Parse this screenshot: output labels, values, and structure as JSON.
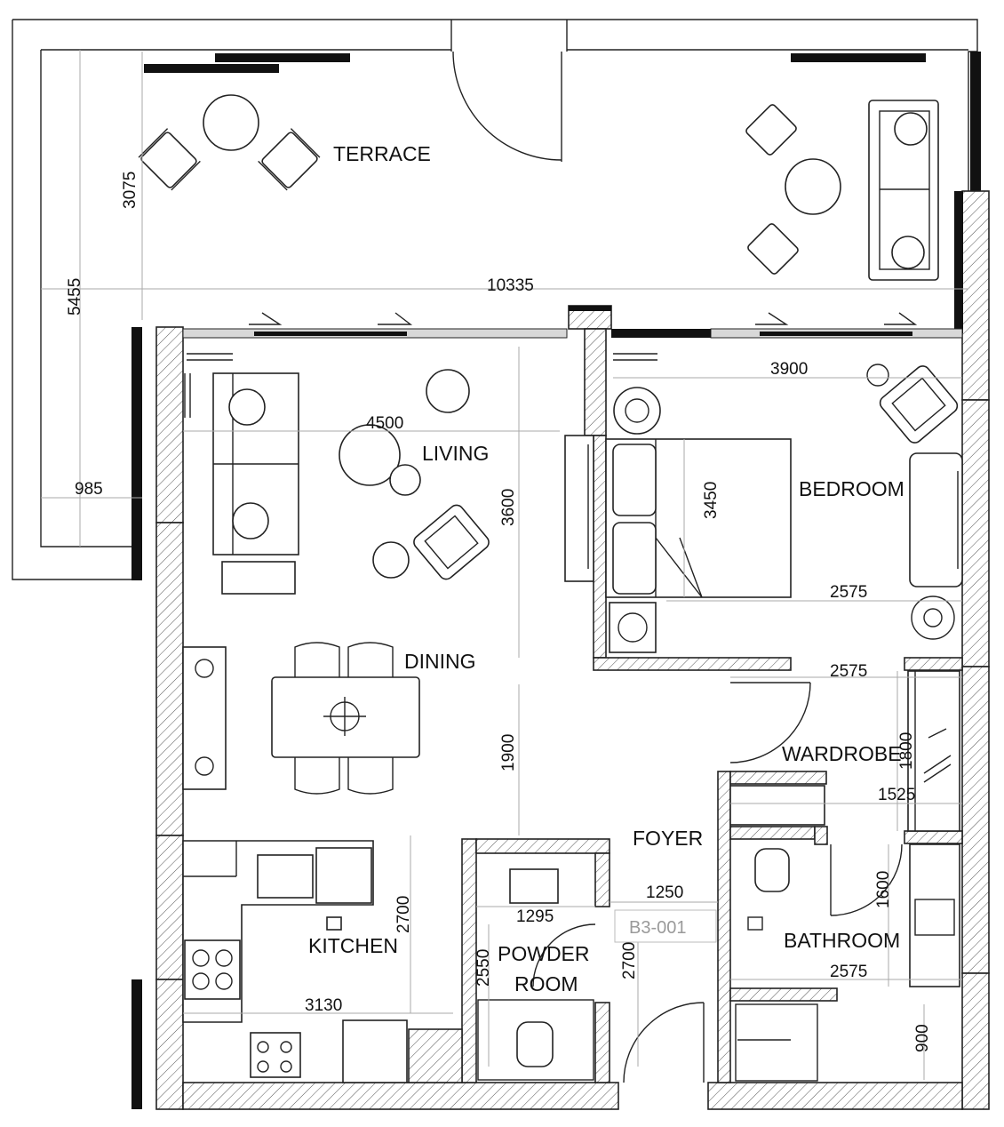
{
  "rooms": {
    "terrace": "TERRACE",
    "living": "LIVING",
    "bedroom": "BEDROOM",
    "dining": "DINING",
    "wardrobe": "WARDROBE",
    "foyer": "FOYER",
    "kitchen": "KITCHEN",
    "powder_line1": "POWDER",
    "powder_line2": "ROOM",
    "bathroom": "BATHROOM"
  },
  "unit_tag": "B3-001",
  "dimensions": {
    "terrace_height": "3075",
    "total_height": "5455",
    "total_width": "10335",
    "terrace_depth": "985",
    "living_width": "4500",
    "living_depth": "3600",
    "bedroom_width": "3900",
    "bed_length": "3450",
    "bedroom_lower": "2575",
    "wardrobe_width": "2575",
    "wardrobe_depth": "1800",
    "wardrobe_inner": "1525",
    "dining_depth": "1900",
    "kitchen_depth": "2700",
    "kitchen_width": "3130",
    "powder_width": "1295",
    "powder_depth": "2550",
    "foyer_width": "1250",
    "foyer_depth": "2700",
    "bath_door": "1600",
    "bath_width": "2575",
    "shower_depth": "900"
  }
}
